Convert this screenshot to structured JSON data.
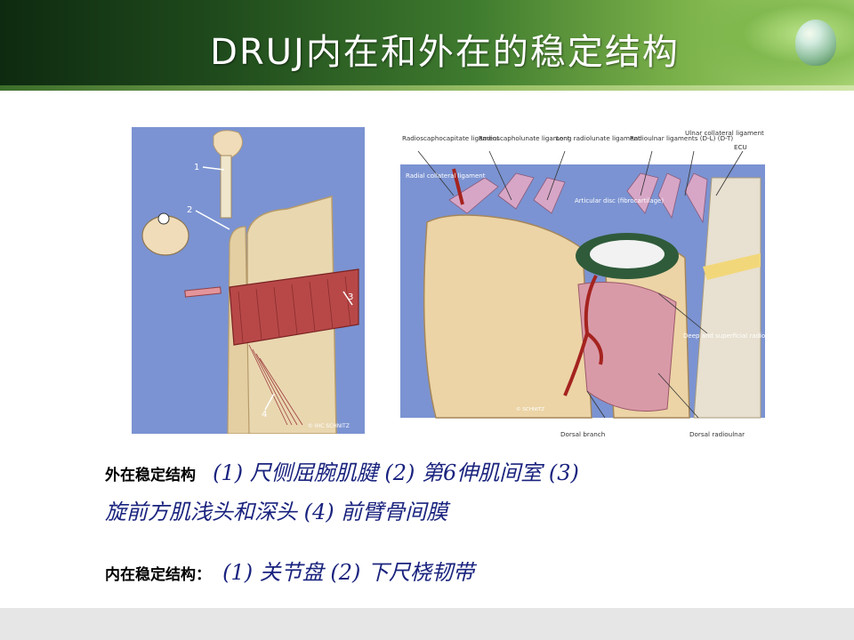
{
  "slide": {
    "title": "DRUJ内在和外在的稳定结构"
  },
  "figure_left": {
    "numbers": [
      "1",
      "2",
      "3",
      "4"
    ],
    "credit": "© IHC SCHNITZ"
  },
  "figure_right": {
    "labels": {
      "radioscaphocapitate": "Radioscaphocapitate ligament",
      "radioscapholunate": "Radioscapholunate ligament",
      "radiolunate": "Long radiolunate ligament",
      "radioulnar_dl_dt": "Radioulnar ligaments (D-L) (D-T)",
      "ulnar_collateral": "Ulnar collateral ligament",
      "ecu": "ECU",
      "radial_collateral": "Radial collateral ligament",
      "articular_disc": "Articular disc (fibrocartilage)",
      "deep_superficial": "Deep and superficial radioulnar ligaments",
      "dorsal_branch": "Dorsal branch",
      "dorsal_radioulnar": "Dorsal radioulnar",
      "credit": "© SCHNITZ"
    }
  },
  "text": {
    "extrinsic_label": "外在稳定结构",
    "extrinsic_items_line1": "(1) 尺侧屈腕肌腱 (2) 第6伸肌间室 (3)",
    "extrinsic_items_line2": "旋前方肌浅头和深头 (4) 前臂骨间膜",
    "intrinsic_label": "内在稳定结构：",
    "intrinsic_items": "(1) 关节盘 (2) 下尺桡韧带"
  },
  "colors": {
    "header_dark": "#0e2a10",
    "header_light": "#a7d273",
    "body_text_blue": "#1a237e",
    "figure_bg_blue": "#7b93d2"
  }
}
